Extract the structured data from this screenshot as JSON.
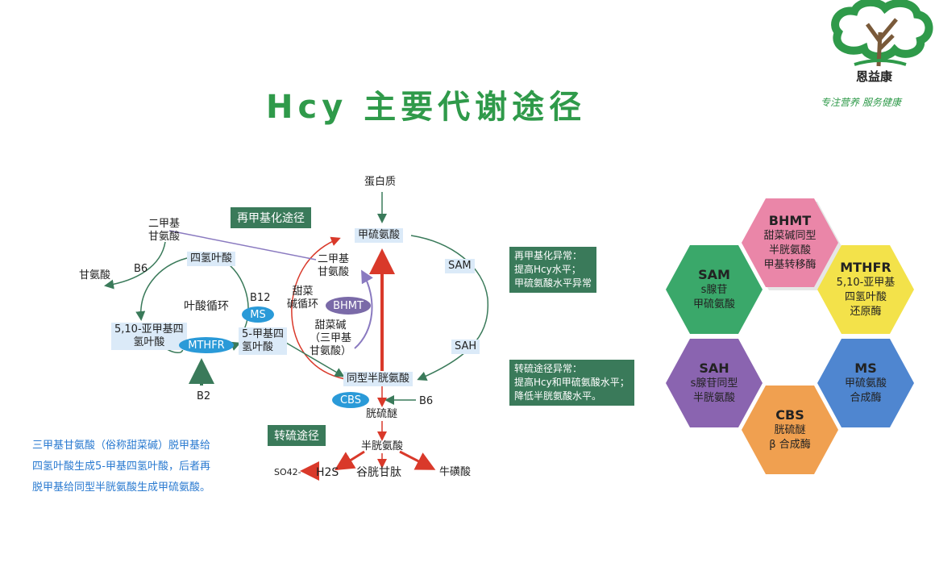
{
  "title": "Hcy 主要代谢途径",
  "logo": {
    "name": "恩益康",
    "slogan": "专注营养 服务健康"
  },
  "pathway": {
    "protein": "蛋白质",
    "methionine": "甲硫氨酸",
    "sam": "SAM",
    "sah": "SAH",
    "homocysteine": "同型半胱氨酸",
    "cbs": "CBS",
    "b6_right": "B6",
    "cystathionine": "胱硫醚",
    "cysteine": "半胱氨酸",
    "glutathione": "谷胱甘肽",
    "taurine": "牛磺酸",
    "h2s": "H2S",
    "so4": "SO42-",
    "dimethylglycine_left": "二甲基\n甘氨酸",
    "b6_left": "B6",
    "glycine": "甘氨酸",
    "thf": "四氢叶酸",
    "folate_cycle": "叶酸循环",
    "b12": "B12",
    "ms": "MS",
    "methylene_thf": "5,10-亚甲基四\n氢叶酸",
    "methyl_thf": "5-甲基四\n氢叶酸",
    "mthfr": "MTHFR",
    "b2": "B2",
    "dimethylglycine_right": "二甲基\n甘氨酸",
    "betaine_cycle": "甜菜\n碱循环",
    "bhmt": "BHMT",
    "betaine": "甜菜碱\n（三甲基\n甘氨酸）",
    "remethylation": "再甲基化途径",
    "transsulfuration": "转硫途径",
    "remethylation_abnormal": "再甲基化异常：\n提高Hcy水平；\n甲硫氨酸水平异常",
    "transsulfuration_abnormal": "转硫途径异常：\n提高Hcy和甲硫氨酸水平；\n降低半胱氨酸水平。"
  },
  "note": [
    "三甲基甘氨酸（俗称甜菜碱）脱甲基给",
    "四氢叶酸生成5-甲基四氢叶酸，后者再",
    "脱甲基给同型半胱氨酸生成甲硫氨酸。"
  ],
  "hexagons": [
    {
      "id": "bhmt",
      "title": "BHMT",
      "desc": "甜菜碱同型\n半胱氨酸\n甲基转移酶",
      "color": "#ea86a8"
    },
    {
      "id": "sam",
      "title": "SAM",
      "desc": "s腺苷\n甲硫氨酸",
      "color": "#3aa86a"
    },
    {
      "id": "mthfr",
      "title": "MTHFR",
      "desc": "5,10-亚甲基\n四氢叶酸\n还原酶",
      "color": "#f3e24a"
    },
    {
      "id": "sah",
      "title": "SAH",
      "desc": "s腺苷同型\n半胱氨酸",
      "color": "#8a64b0"
    },
    {
      "id": "ms",
      "title": "MS",
      "desc": "甲硫氨酸\n合成酶",
      "color": "#4f86d0"
    },
    {
      "id": "cbs",
      "title": "CBS",
      "desc": "胱硫醚\nβ 合成酶",
      "color": "#f0a050"
    }
  ],
  "colors": {
    "title_green": "#2f9a4a",
    "arrow_green": "#3a7a5a",
    "arrow_red": "#d9392a",
    "oval_blue": "#2a9ad8",
    "oval_purple": "#7a6aa8",
    "note_blue": "#2a7ad0"
  }
}
